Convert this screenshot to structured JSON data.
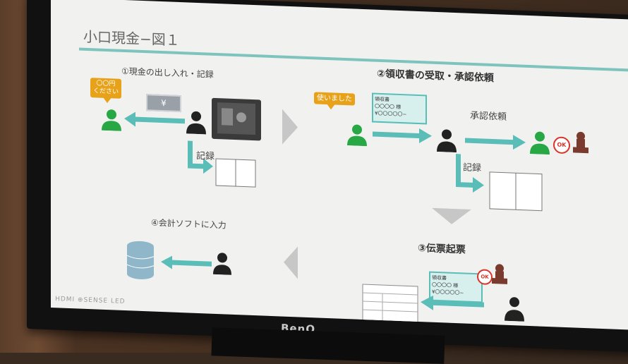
{
  "slide": {
    "title": "小口現金−図１",
    "step1": "①現金の出し入れ・記録",
    "step2": "②領収書の受取・承認依頼",
    "step3": "③伝票起票",
    "step4": "④会計ソフトに入力",
    "record_label_left": "記録",
    "record_label_right": "記録",
    "approval_label": "承認依頼",
    "bubble_left_line1": "〇〇円",
    "bubble_left_line2": "ください",
    "bubble_right": "使いました",
    "ok_stamp": "OK",
    "receipt_title": "領収書",
    "receipt_amount": "〇〇〇〇 様",
    "receipt_yen": "¥〇〇〇〇〇−",
    "bill_symbol": "¥"
  },
  "monitor": {
    "brand_left": "HDMI  ⊕SENSE  LED",
    "brand_center": "BenQ"
  },
  "colors": {
    "teal": "#5bbdb7",
    "green": "#27a844",
    "orange": "#e8a21a",
    "dark": "#222222"
  }
}
